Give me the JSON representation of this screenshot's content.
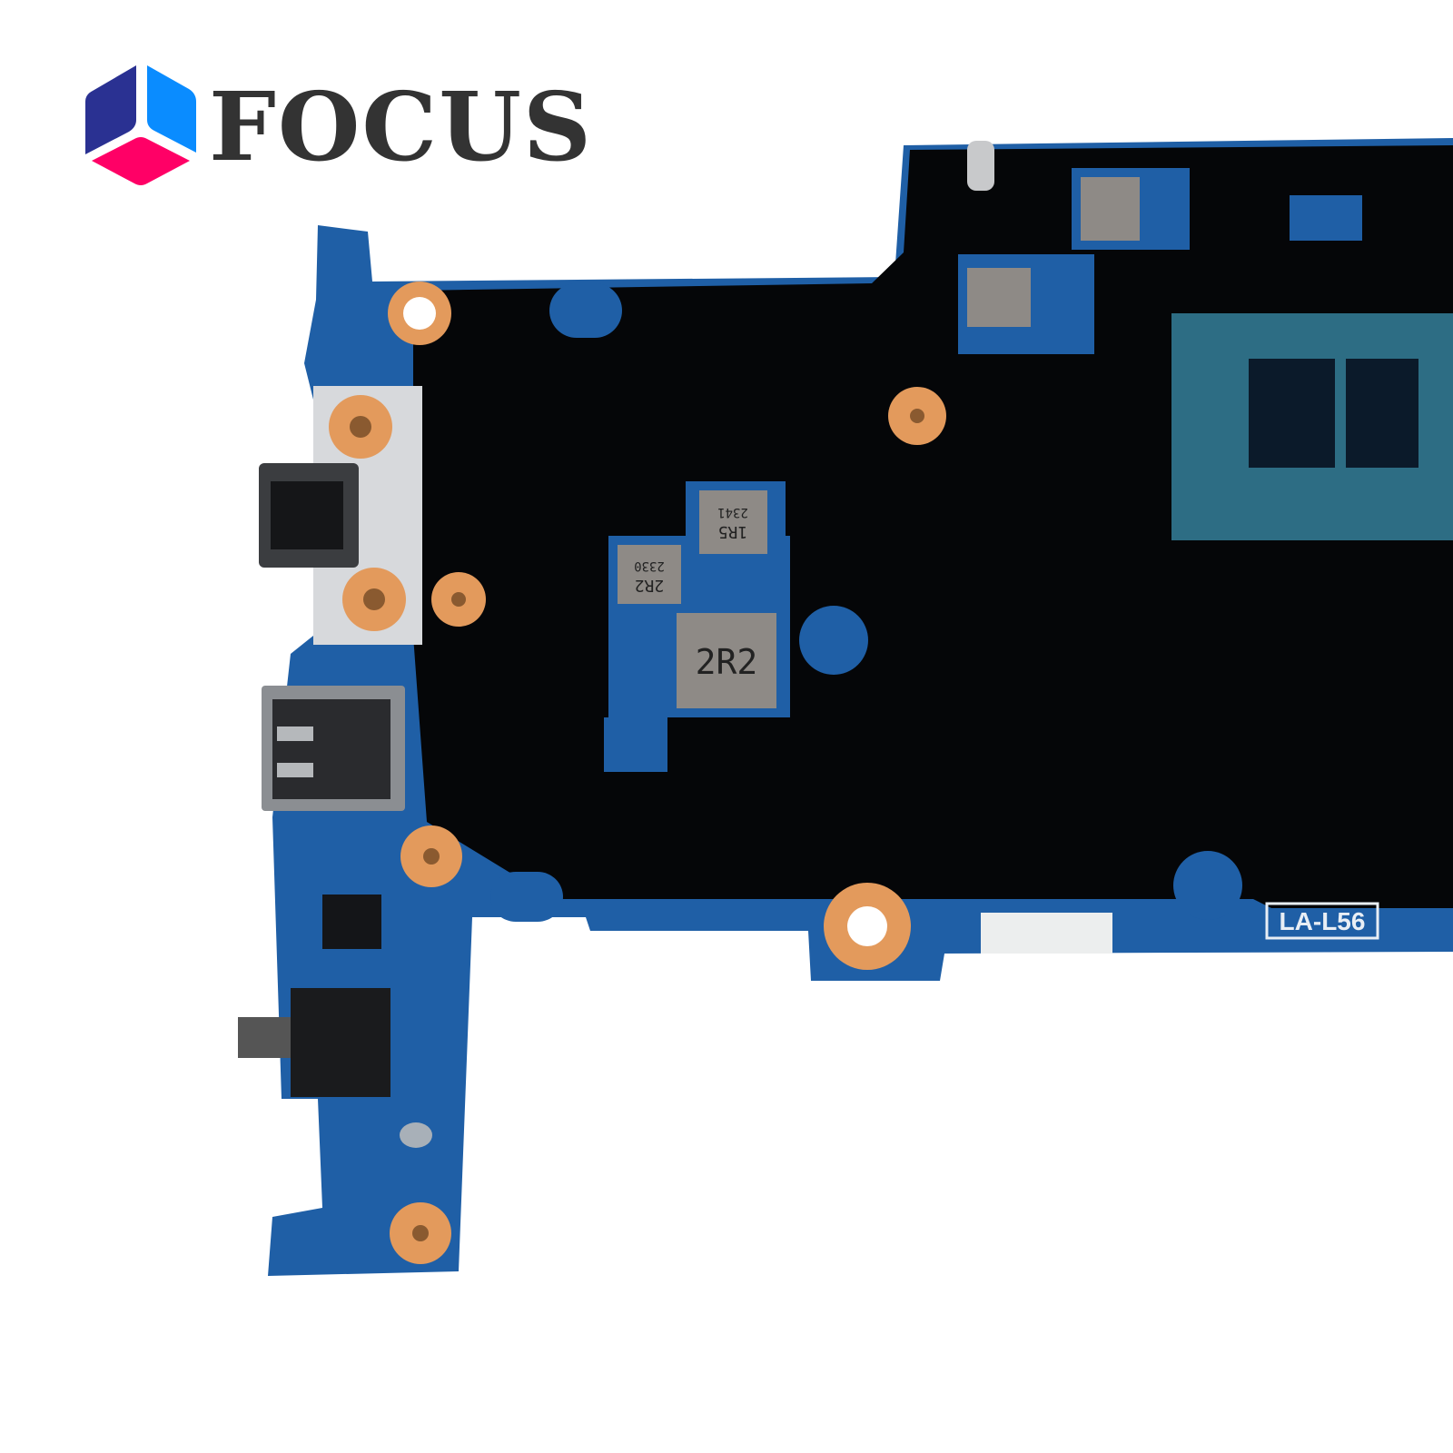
{
  "logo": {
    "brand_name": "FOCUS",
    "colors": {
      "left": "#2a3192",
      "right": "#0a8cff",
      "bottom": "#ff0066",
      "text": "#333333"
    }
  },
  "board": {
    "colors": {
      "pcb_blue": "#1f5fa6",
      "pcb_black": "#050608",
      "cpu": "#2d6d84",
      "inductor": "#8e8a86",
      "screw_ring": "#e39a5c"
    },
    "inductors": [
      {
        "line1": "",
        "line2": ""
      },
      {
        "line1": "",
        "line2": ""
      },
      {
        "line1": "1R5",
        "line2": "2341"
      },
      {
        "line1": "2R2",
        "line2": "2330"
      },
      {
        "line1": "2R2",
        "line2": ""
      }
    ],
    "board_label": "LA-L56"
  }
}
